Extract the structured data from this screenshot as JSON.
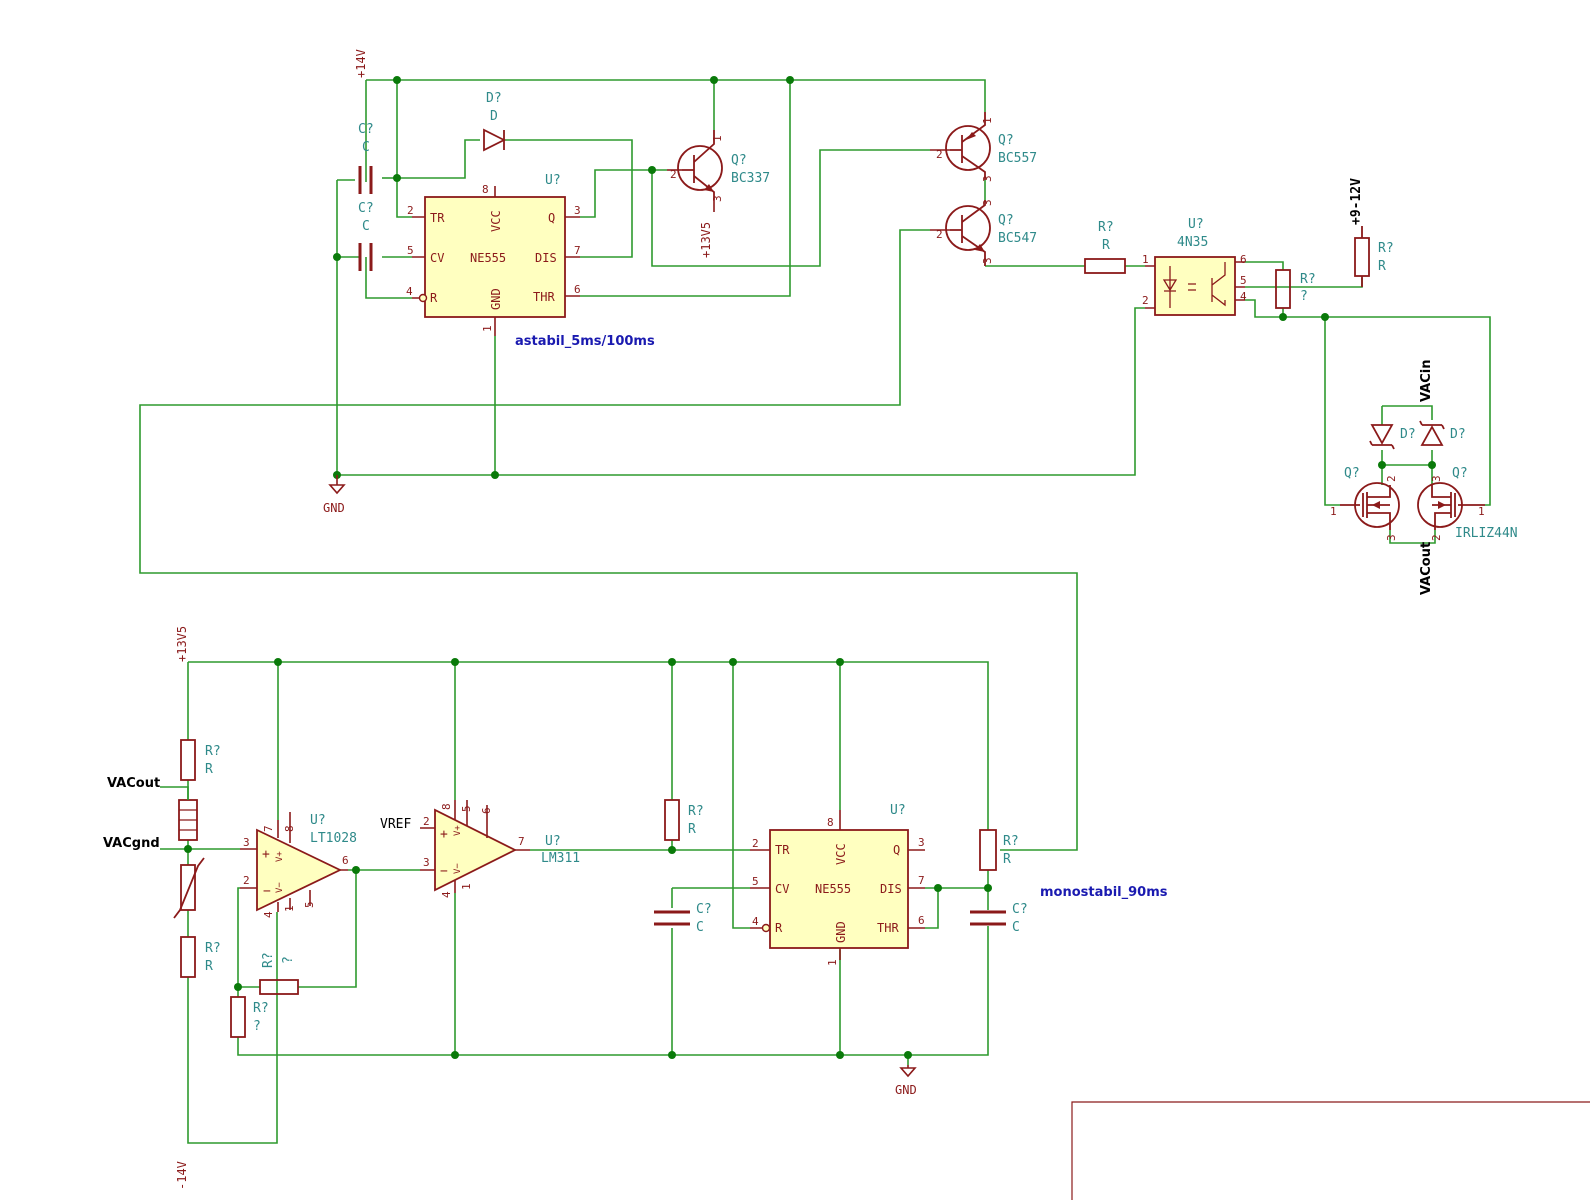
{
  "power": {
    "p14v": "+14V",
    "p13v5_a": "+13V5",
    "p13v5_b": "+13V5",
    "p912v": "+9-12V",
    "m14v": "-14V",
    "gnd_a": "GND",
    "gnd_b": "GND"
  },
  "nets": {
    "vacout_left": "VACout",
    "vacgnd_left": "VACgnd",
    "vacin_right": "VACin",
    "vacout_right": "VACout",
    "vref": "VREF"
  },
  "notes": {
    "astabil": "astabil_5ms/100ms",
    "monostabil": "monostabil_90ms"
  },
  "parts": {
    "d_top": {
      "ref": "D?",
      "val": "D"
    },
    "c1": {
      "ref": "C?",
      "val": "C"
    },
    "c2": {
      "ref": "C?",
      "val": "C"
    },
    "u555a": {
      "ref": "U?",
      "val": "NE555",
      "pins": {
        "tr": "TR",
        "cv": "CV",
        "r": "R",
        "vcc": "VCC",
        "gnd": "GND",
        "q": "Q",
        "dis": "DIS",
        "thr": "THR"
      }
    },
    "q337": {
      "ref": "Q?",
      "val": "BC337"
    },
    "q557": {
      "ref": "Q?",
      "val": "BC557"
    },
    "q547": {
      "ref": "Q?",
      "val": "BC547"
    },
    "r_led": {
      "ref": "R?",
      "val": "R"
    },
    "u4n35": {
      "ref": "U?",
      "val": "4N35"
    },
    "r_pot": {
      "ref": "R?",
      "val": "?"
    },
    "r_pull": {
      "ref": "R?",
      "val": "R"
    },
    "d_z1": {
      "ref": "D?"
    },
    "d_z2": {
      "ref": "D?"
    },
    "qm1": {
      "ref": "Q?"
    },
    "qm2": {
      "ref": "Q?",
      "val": "IRLIZ44N"
    },
    "r_top": {
      "ref": "R?",
      "val": "R"
    },
    "r_bot": {
      "ref": "R?",
      "val": "R"
    },
    "r_fb": {
      "ref": "R?",
      "val": "?"
    },
    "r_g": {
      "ref": "R?",
      "val": "?"
    },
    "u1028": {
      "ref": "U?",
      "val": "LT1028"
    },
    "u311": {
      "ref": "U?",
      "val": "LM311"
    },
    "r_pu": {
      "ref": "R?",
      "val": "R"
    },
    "c_cv": {
      "ref": "C?",
      "val": "C"
    },
    "u555b": {
      "ref": "U?",
      "val": "NE555",
      "pins": {
        "tr": "TR",
        "cv": "CV",
        "r": "R",
        "vcc": "VCC",
        "gnd": "GND",
        "q": "Q",
        "dis": "DIS",
        "thr": "THR"
      }
    },
    "r_t": {
      "ref": "R?",
      "val": "R"
    },
    "c_t": {
      "ref": "C?",
      "val": "C"
    }
  },
  "pinnums": {
    "a_tr": "2",
    "a_cv": "5",
    "a_r": "4",
    "a_vcc": "8",
    "a_gnd": "1",
    "a_q": "3",
    "a_dis": "7",
    "a_thr": "6",
    "b_tr": "2",
    "b_cv": "5",
    "b_r": "4",
    "b_vcc": "8",
    "b_gnd": "1",
    "b_q": "3",
    "b_dis": "7",
    "b_thr": "6",
    "q337_b": "2",
    "q337_c": "1",
    "q337_e": "3",
    "q557_b": "2",
    "q557_e": "1",
    "q557_c": "3",
    "q547_b": "2",
    "q547_c": "3",
    "q547_e": "3",
    "opt_1": "1",
    "opt_2": "2",
    "opt_6": "6",
    "opt_5": "5",
    "opt_4": "4",
    "m1_1": "1",
    "m1_2": "2",
    "m1_3": "3",
    "m2_1": "1",
    "m2_2": "2",
    "m2_3": "3",
    "lt_3": "3",
    "lt_2": "2",
    "lt_6": "6",
    "lt_7": "7",
    "lt_8": "8",
    "lt_4": "4",
    "lt_1": "1",
    "lt_5": "5",
    "lm_2": "2",
    "lm_3": "3",
    "lm_7": "7",
    "lm_8": "8",
    "lm_5": "5",
    "lm_6": "6",
    "lm_4": "4",
    "lm_1": "1"
  }
}
